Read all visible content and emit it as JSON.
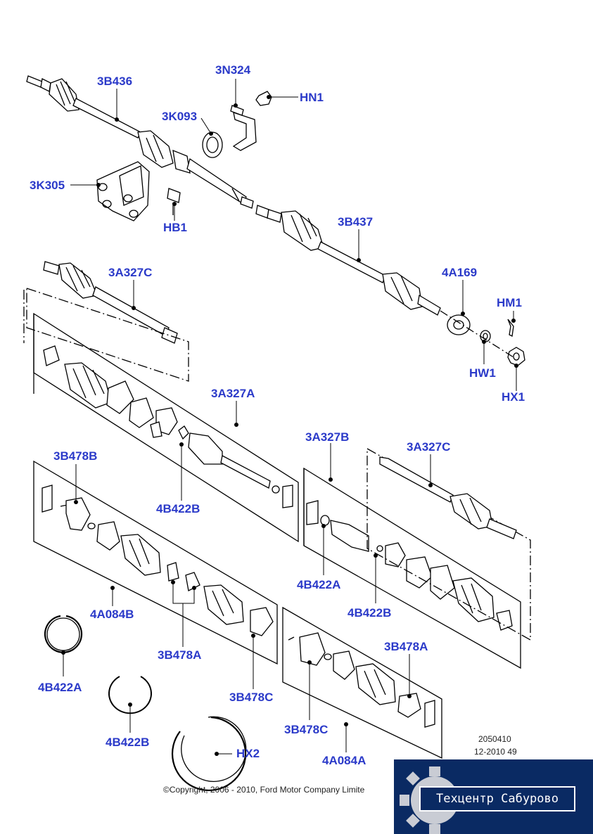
{
  "labels": {
    "l3B436": "3B436",
    "l3N324": "3N324",
    "lHN1": "HN1",
    "l3K093": "3K093",
    "l3K305": "3K305",
    "lHB1": "HB1",
    "l3B437": "3B437",
    "l3A327C_top": "3A327C",
    "l4A169": "4A169",
    "lHM1": "HM1",
    "lHW1": "HW1",
    "lHX1": "HX1",
    "l3A327A": "3A327A",
    "l3A327B": "3A327B",
    "l3A327C_right": "3A327C",
    "l3B478B": "3B478B",
    "l4B422B_a": "4B422B",
    "l4B422A_a": "4B422A",
    "l4B422B_b": "4B422B",
    "l4A084B": "4A084B",
    "l3B478A_left": "3B478A",
    "l3B478C_left": "3B478C",
    "l3B478A_right": "3B478A",
    "l4B422A_b": "4B422A",
    "l4B422B_c": "4B422B",
    "lHX2": "HX2",
    "l3B478C_right": "3B478C",
    "l4A084A": "4A084A"
  },
  "footer": {
    "ref_number": "2050410",
    "date_code": "12-2010 49",
    "copyright": "©Copyright, 2006 - 2010, Ford Motor Company Limite"
  },
  "watermark": {
    "text": "Техцентр Сабурово",
    "bg_color": "#0a2a63"
  },
  "colors": {
    "label": "#2b3ac9",
    "line": "#000000"
  }
}
